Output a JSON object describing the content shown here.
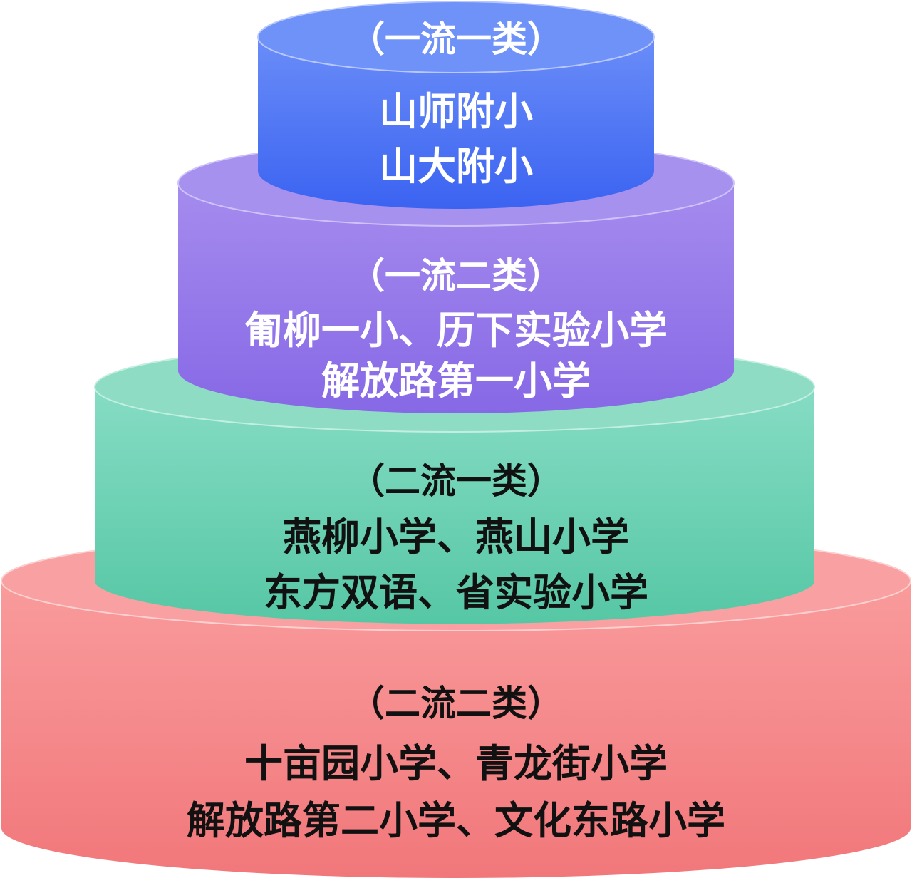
{
  "tiers": [
    {
      "heading": "（一流一类）",
      "lines": [
        "山师附小",
        "山大附小"
      ],
      "colors": {
        "top": "#6f92f9",
        "body_top": "#6a8df8",
        "body_bottom": "#3b63f1",
        "rim": "#b8c8ff"
      },
      "text_color": "light"
    },
    {
      "heading": "（一流二类）",
      "lines": [
        "匍柳一小、历下实验小学",
        "解放路第一小学"
      ],
      "colors": {
        "top": "#a691ee",
        "body_top": "#a58cee",
        "body_bottom": "#8768e6",
        "rim": "#cfc2fa"
      },
      "text_color": "light"
    },
    {
      "heading": "（二流一类）",
      "lines": [
        "燕柳小学、燕山小学",
        "东方双语、省实验小学"
      ],
      "colors": {
        "top": "#8fdcc5",
        "body_top": "#86dcc4",
        "body_bottom": "#56c7a4",
        "rim": "#c2efe1"
      },
      "text_color": "dark"
    },
    {
      "heading": "（二流二类）",
      "lines": [
        "十亩园小学、青龙街小学",
        "解放路第二小学、文化东路小学"
      ],
      "colors": {
        "top": "#f9a1a2",
        "body_top": "#f99b9c",
        "body_bottom": "#f1777a",
        "rim": "#fdd0d0"
      },
      "text_color": "dark"
    }
  ]
}
